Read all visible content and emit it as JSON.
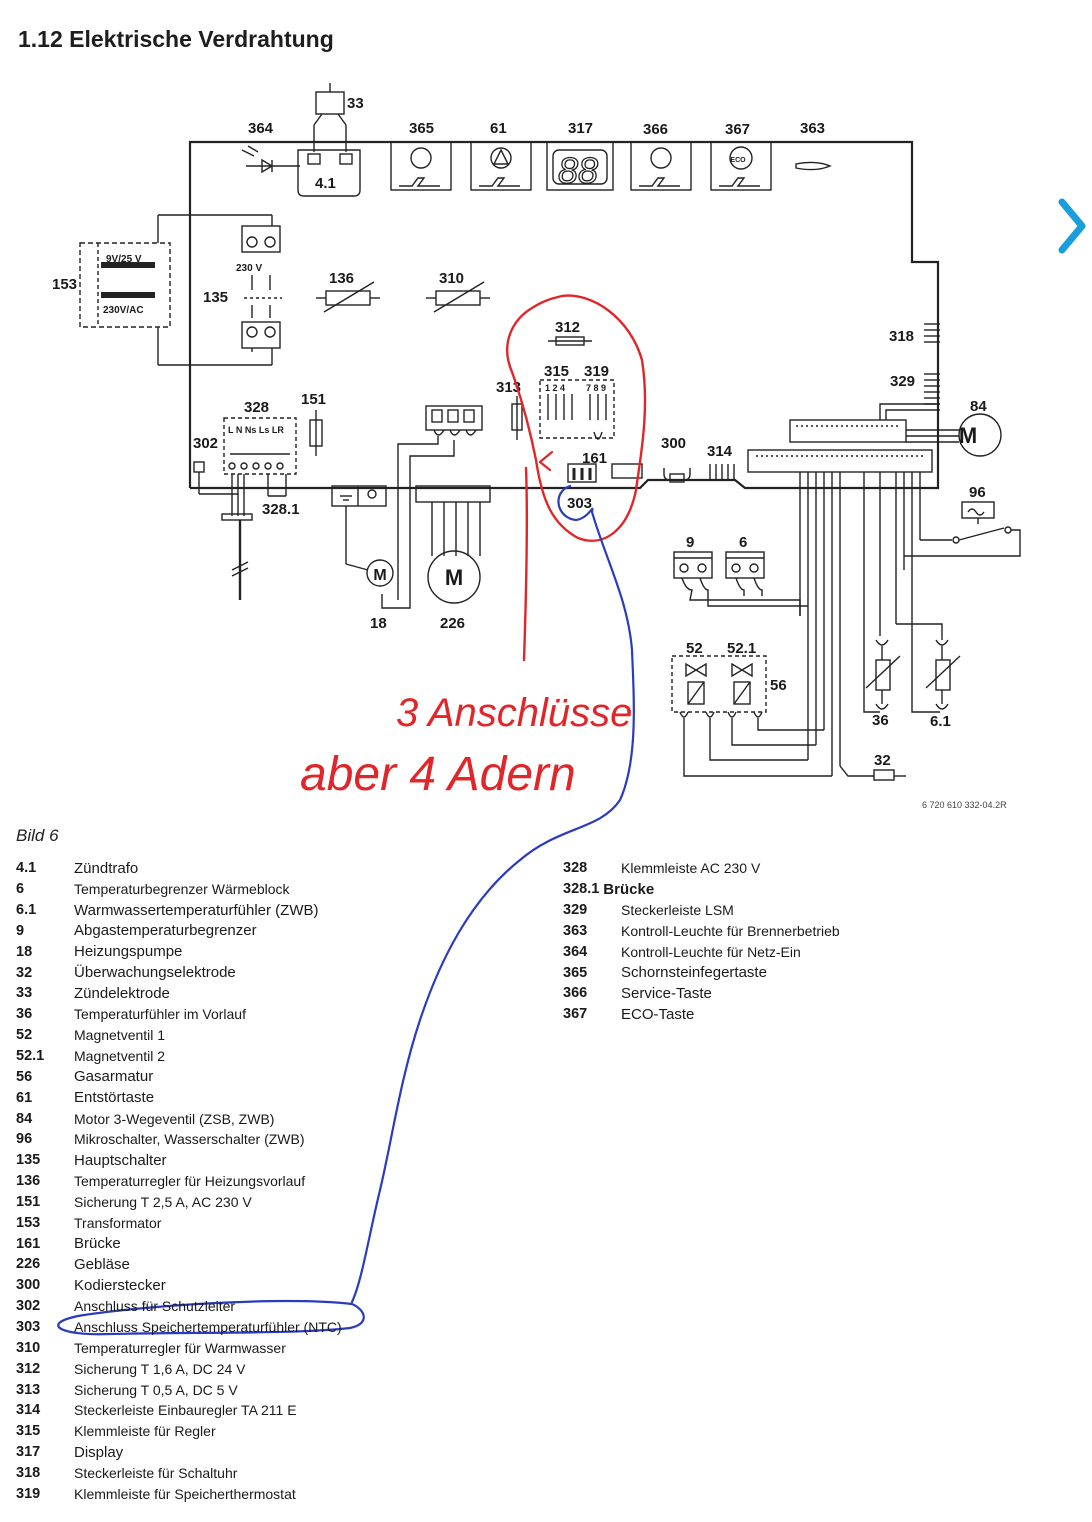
{
  "title": "1.12 Elektrische Verdrahtung",
  "figure_caption": "Bild 6",
  "drawing_code": "6 720 610 332-04.2R",
  "component_labels": {
    "c33": "33",
    "c364": "364",
    "c365": "365",
    "c61": "61",
    "c317": "317",
    "c366": "366",
    "c367": "367",
    "c363": "363",
    "c41": "4.1",
    "c153": "153",
    "c9v": "9V/25 V",
    "c230vac": "230V/AC",
    "c230v": "230 V",
    "c135": "135",
    "c136": "136",
    "c310": "310",
    "c312": "312",
    "c315": "315",
    "c319": "319",
    "c313": "313",
    "c318": "318",
    "c329": "329",
    "c84": "84",
    "m84": "M",
    "c151": "151",
    "c328": "328",
    "c328_terms": "L  N Ns Ls LR",
    "c302": "302",
    "c161": "161",
    "c303": "303",
    "c300": "300",
    "c314": "314",
    "c3281": "328.1",
    "c96": "96",
    "c9": "9",
    "c6": "6",
    "c18": "18",
    "m18": "M",
    "c226": "226",
    "m226": "M",
    "c52": "52",
    "c521": "52.1",
    "c56": "56",
    "c36": "36",
    "c61b": "6.1",
    "c32": "32",
    "t315": "1 2 4",
    "t319": "7 8 9",
    "display": "88",
    "eco": "ECO"
  },
  "annotation": {
    "line1": "3 Anschlüsse",
    "line2": "aber 4 Adern",
    "color_red": "#e0262a",
    "color_blue": "#2a3bbd"
  },
  "legend_left": [
    {
      "num": "4.1",
      "text": "Zündtrafo",
      "size": "big"
    },
    {
      "num": "6",
      "text": "Temperaturbegrenzer Wärmeblock"
    },
    {
      "num": "6.1",
      "text": "Warmwassertemperaturfühler (ZWB)",
      "size": "big"
    },
    {
      "num": "9",
      "text": "Abgastemperaturbegrenzer",
      "size": "big"
    },
    {
      "num": "18",
      "text": "Heizungspumpe",
      "size": "big"
    },
    {
      "num": "32",
      "text": "Überwachungselektrode",
      "size": "big"
    },
    {
      "num": "33",
      "text": "Zündelektrode",
      "size": "big"
    },
    {
      "num": "36",
      "text": "Temperaturfühler im Vorlauf"
    },
    {
      "num": "52",
      "text": "Magnetventil 1"
    },
    {
      "num": "52.1",
      "text": "Magnetventil 2"
    },
    {
      "num": "56",
      "text": "Gasarmatur",
      "size": "big"
    },
    {
      "num": "61",
      "text": "Entstörtaste",
      "size": "big"
    },
    {
      "num": "84",
      "text": "Motor 3-Wegeventil (ZSB, ZWB)"
    },
    {
      "num": "96",
      "text": "Mikroschalter, Wasserschalter (ZWB)"
    },
    {
      "num": "135",
      "text": "Hauptschalter",
      "size": "big"
    },
    {
      "num": "136",
      "text": "Temperaturregler für Heizungsvorlauf"
    },
    {
      "num": "151",
      "text": "Sicherung T 2,5 A, AC 230 V"
    },
    {
      "num": "153",
      "text": "Transformator"
    },
    {
      "num": "161",
      "text": "Brücke",
      "size": "big"
    },
    {
      "num": "226",
      "text": "Gebläse",
      "size": "big"
    },
    {
      "num": "300",
      "text": "Kodierstecker",
      "size": "big"
    },
    {
      "num": "302",
      "text": "Anschluss für Schutzleiter"
    },
    {
      "num": "303",
      "text": "Anschluss Speichertemperaturfühler (NTC)"
    },
    {
      "num": "310",
      "text": "Temperaturregler für Warmwasser"
    },
    {
      "num": "312",
      "text": "Sicherung T 1,6 A, DC 24 V"
    },
    {
      "num": "313",
      "text": "Sicherung T 0,5 A, DC 5 V"
    },
    {
      "num": "314",
      "text": "Steckerleiste Einbauregler TA 211 E"
    },
    {
      "num": "315",
      "text": "Klemmleiste für Regler"
    },
    {
      "num": "317",
      "text": "Display",
      "size": "big"
    },
    {
      "num": "318",
      "text": "Steckerleiste für Schaltuhr"
    },
    {
      "num": "319",
      "text": "Klemmleiste für Speicherthermostat"
    }
  ],
  "legend_right": [
    {
      "num": "328",
      "text": "Klemmleiste AC 230 V"
    },
    {
      "num": "328.1",
      "text": "Brücke",
      "style": "bold-inline"
    },
    {
      "num": "329",
      "text": "Steckerleiste LSM"
    },
    {
      "num": "363",
      "text": "Kontroll-Leuchte für Brennerbetrieb"
    },
    {
      "num": "364",
      "text": "Kontroll-Leuchte für Netz-Ein"
    },
    {
      "num": "365",
      "text": "Schornsteinfegertaste",
      "size": "big"
    },
    {
      "num": "366",
      "text": "Service-Taste",
      "size": "big"
    },
    {
      "num": "367",
      "text": "ECO-Taste",
      "size": "big"
    }
  ]
}
